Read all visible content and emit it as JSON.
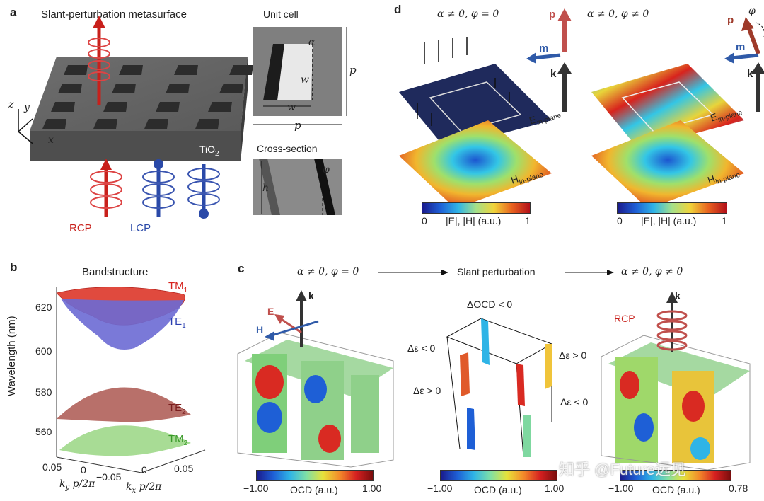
{
  "panel_a": {
    "label": "a",
    "title": "Slant-perturbation metasurface",
    "material": "TiO",
    "material_sub": "2",
    "axes": {
      "z": "z",
      "y": "y",
      "x": "x"
    },
    "pol_labels": {
      "rcp": "RCP",
      "lcp": "LCP"
    },
    "unit_cell_title": "Unit cell",
    "unit_cell_labels": {
      "alpha": "α",
      "w1": "w",
      "w2": "w",
      "p_v": "p",
      "p_h": "p"
    },
    "cross_section_title": "Cross-section",
    "cross_section_labels": {
      "h": "h",
      "phi": "φ"
    }
  },
  "panel_b": {
    "label": "b",
    "title": "Bandstructure",
    "ylabel": "Wavelength (nm)",
    "yticks": [
      "620",
      "600",
      "580",
      "560"
    ],
    "ky_label": "k",
    "ky_sub": "y",
    "ky_rest": " p/2π",
    "kx_label": "k",
    "kx_sub": "x",
    "kx_rest": " p/2π",
    "ky_ticks": [
      "0.05",
      "0",
      "−0.05"
    ],
    "kx_ticks": [
      "0",
      "0.05"
    ],
    "bands": [
      {
        "name": "TM",
        "sub": "1",
        "color": "#d6231e"
      },
      {
        "name": "TE",
        "sub": "1",
        "color": "#2b3fb0"
      },
      {
        "name": "TE",
        "sub": "2",
        "color": "#7a1e1e"
      },
      {
        "name": "TM",
        "sub": "2",
        "color": "#3a9a2a"
      }
    ]
  },
  "panel_c": {
    "label": "c",
    "left_title": "α ≠ 0, φ = 0",
    "middle_title": "Slant perturbation",
    "right_title": "α ≠ 0, φ ≠ 0",
    "docd": "ΔOCD < 0",
    "deps": [
      "Δε < 0",
      "Δε > 0",
      "Δε > 0",
      "Δε < 0"
    ],
    "vectors": {
      "k": "k",
      "E": "E",
      "H": "H"
    },
    "rcp": "RCP",
    "colorbars": [
      {
        "min": "−1.00",
        "label": "OCD (a.u.)",
        "max": "1.00"
      },
      {
        "min": "−1.00",
        "label": "OCD (a.u.)",
        "max": "1.00"
      },
      {
        "min": "−1.00",
        "label": "OCD (a.u.)",
        "max": "0.78"
      }
    ]
  },
  "panel_d": {
    "label": "d",
    "left_title": "α ≠ 0, φ = 0",
    "right_title": "α ≠ 0, φ ≠ 0",
    "vectors": {
      "p": "p",
      "m": "m",
      "k": "k",
      "phi": "φ"
    },
    "e_label": "E",
    "e_sub": "in-plane",
    "h_label": "H",
    "h_sub": "in-plane",
    "colorbar": {
      "min": "0",
      "label": "|E|, |H| (a.u.)",
      "max": "1"
    }
  },
  "watermark": "知乎 @Future远见"
}
